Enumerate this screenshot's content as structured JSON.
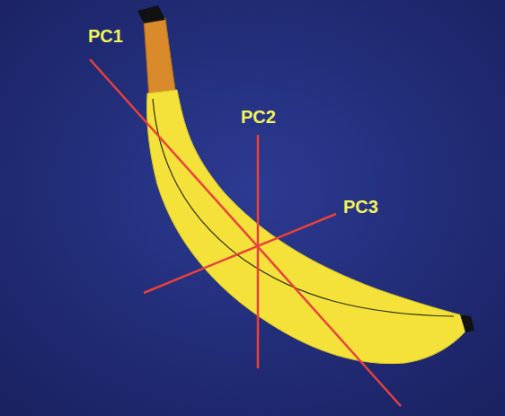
{
  "diagram": {
    "labels": [
      "PC1",
      "PC2",
      "PC3"
    ]
  }
}
